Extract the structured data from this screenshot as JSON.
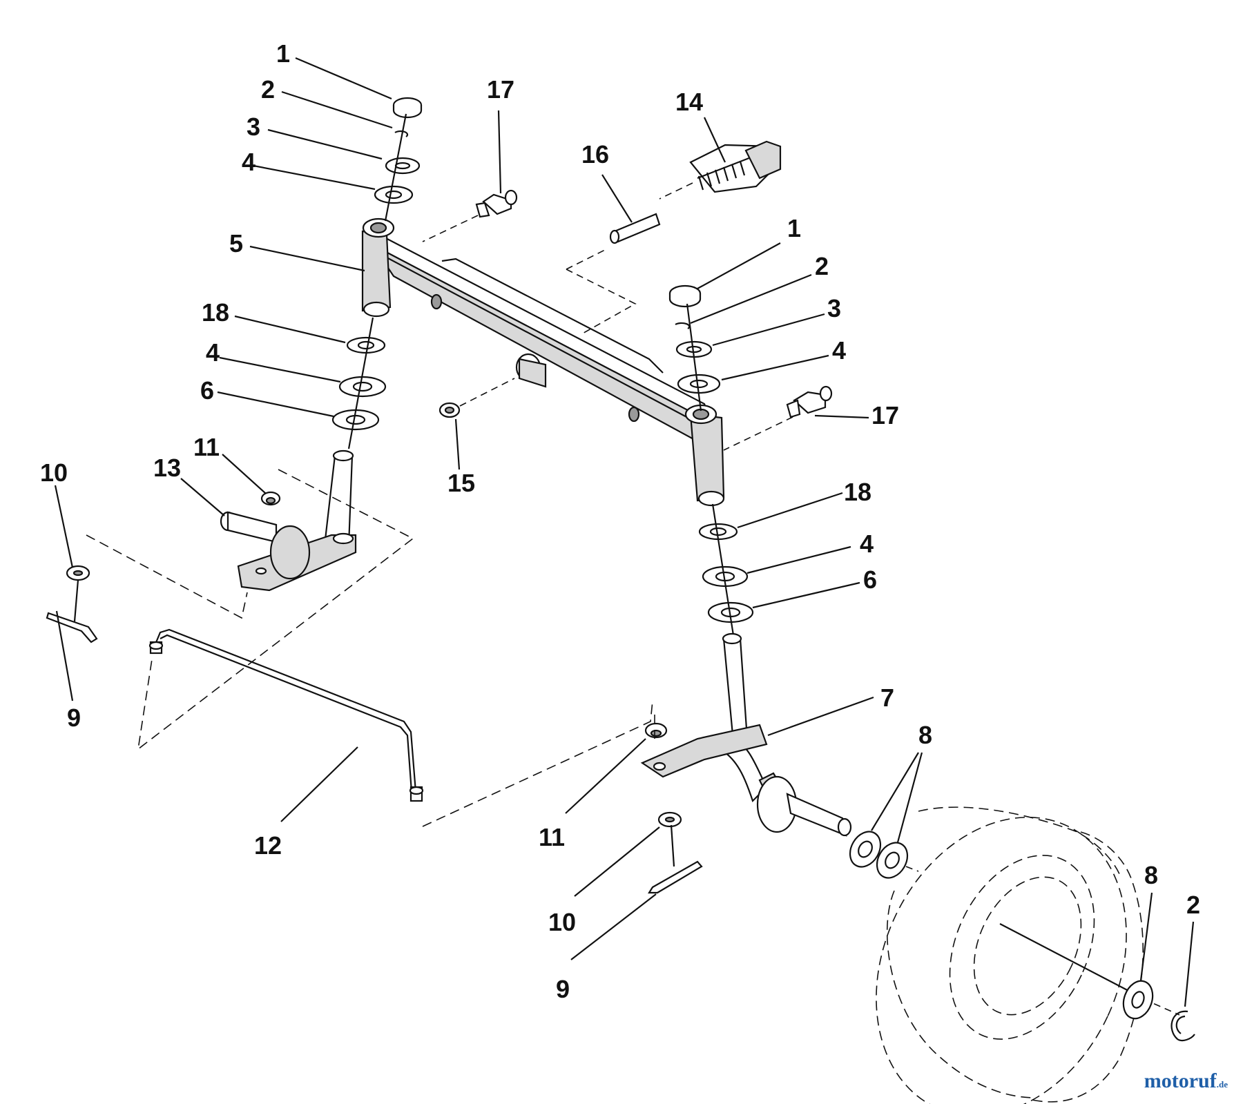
{
  "callouts": {
    "c1a": "1",
    "c2a": "2",
    "c3a": "3",
    "c4a": "4",
    "c5": "5",
    "c18a": "18",
    "c4b": "4",
    "c6a": "6",
    "c11a": "11",
    "c13": "13",
    "c10a": "10",
    "c9a": "9",
    "c12": "12",
    "c17a": "17",
    "c14": "14",
    "c16": "16",
    "c15": "15",
    "c1b": "1",
    "c2b": "2",
    "c3b": "3",
    "c4c": "4",
    "c17b": "17",
    "c18b": "18",
    "c4d": "4",
    "c6b": "6",
    "c7": "7",
    "c8a": "8",
    "c11b": "11",
    "c10b": "10",
    "c9b": "9",
    "c8b": "8",
    "c2c": "2"
  },
  "watermark": {
    "brand": "motoruf",
    "tld": ".de"
  },
  "colors": {
    "ink": "#111111",
    "watermark": "#1f5fa8"
  }
}
